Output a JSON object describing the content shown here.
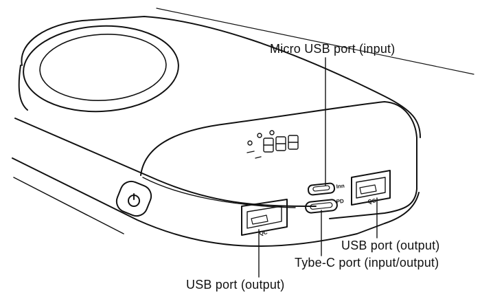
{
  "callouts": {
    "micro_usb": "Micro USB port (input)",
    "usb_output_right": "USB port (output)",
    "type_c": "Tybe-C port (input/output)",
    "usb_output_left": "USB port (output)"
  },
  "device": {
    "port_marks": {
      "micro_usb_mark": "Inn",
      "type_c_mark": "PD",
      "usb_right_mark": "QC",
      "usb_left_mark": "QC"
    }
  }
}
